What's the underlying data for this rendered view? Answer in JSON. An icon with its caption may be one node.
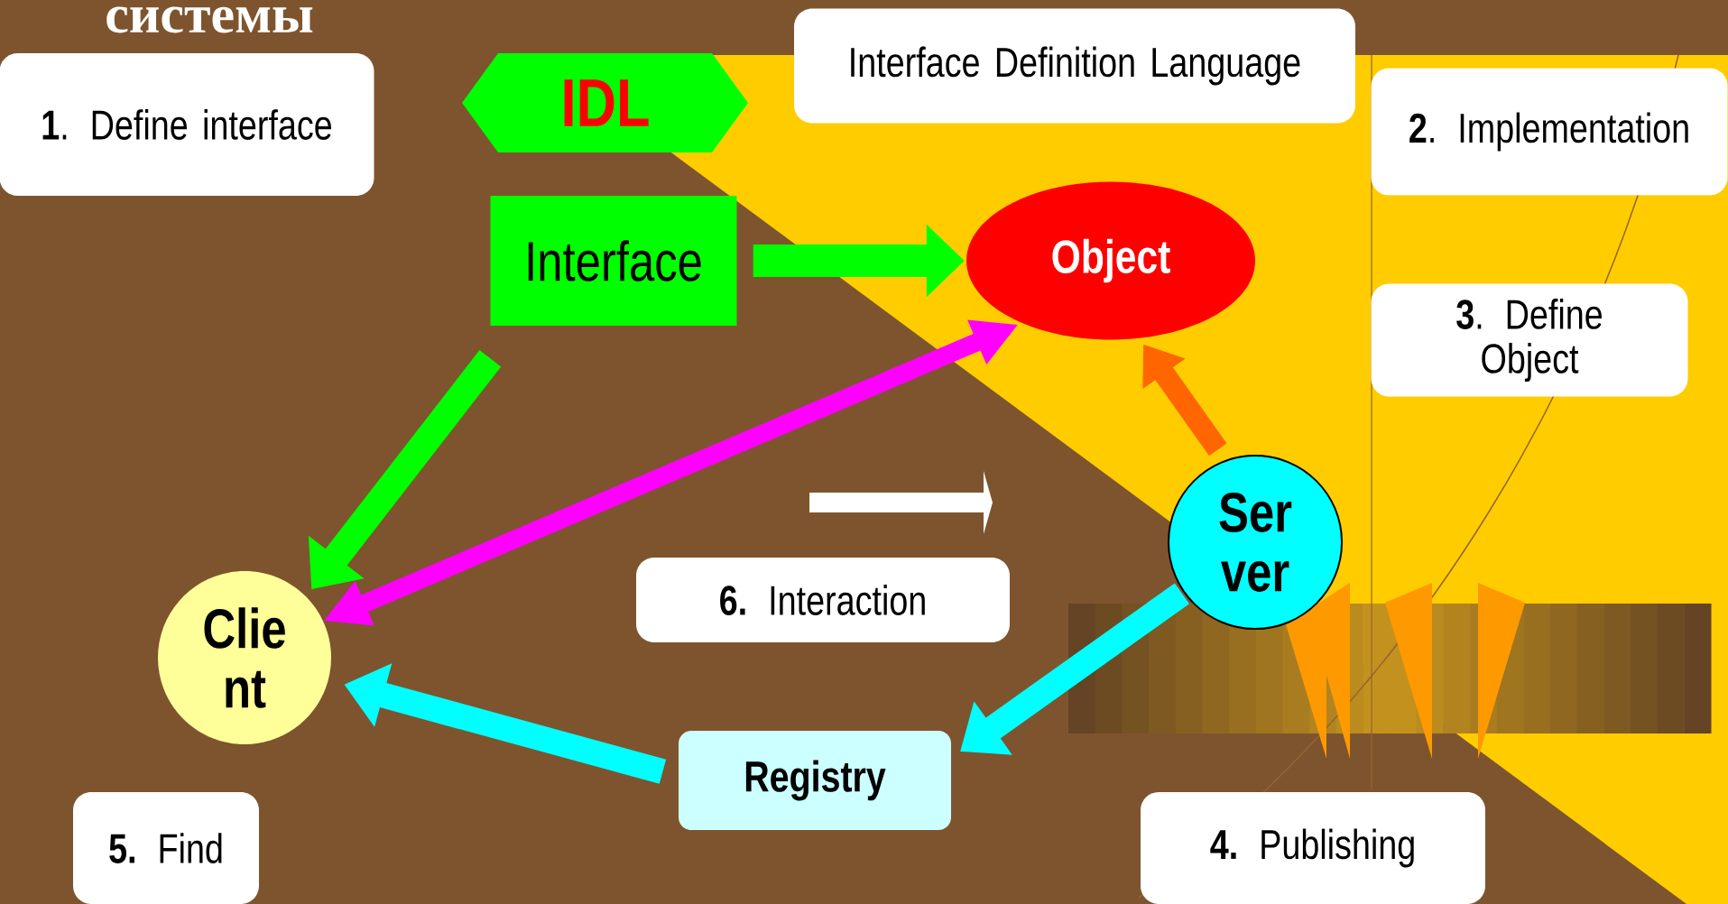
{
  "diagram": {
    "title": "системы",
    "nodes": [
      {
        "text": [
          "**1**. Define interface"
        ]
      },
      {
        "text": [
          "IDL"
        ]
      },
      {
        "text": [
          "Interface Definition Language"
        ]
      },
      {
        "text": [
          "**2**. Implementation"
        ]
      },
      {
        "text": [
          "Interface"
        ]
      },
      {
        "text": [
          "Object"
        ]
      },
      {
        "text": [
          "**3**. Define Object"
        ]
      },
      {
        "text": [
          "Ser ver"
        ]
      },
      {
        "text": [
          "**6.** Interaction"
        ]
      },
      {
        "text": [
          "Clie nt"
        ]
      },
      {
        "text": [
          "Registry"
        ]
      },
      {
        "text": [
          "**5.** Find"
        ]
      },
      {
        "text": [
          "**4.** Publishing"
        ]
      }
    ],
    "edges": [
      {
        "from": 4,
        "to": 5,
        "arrow": "to",
        "color": "#00ff00"
      },
      {
        "from": 4,
        "to": 9,
        "arrow": "to",
        "color": "#00ff00"
      },
      {
        "from": 9,
        "to": 5,
        "arrow": "both",
        "color": "#ff00ff"
      },
      {
        "from": 7,
        "to": 5,
        "arrow": "to",
        "color": "#ff6600"
      },
      {
        "from": 7,
        "to": 10,
        "arrow": "to",
        "color": "#00ffff"
      },
      {
        "from": 10,
        "to": 9,
        "arrow": "to",
        "color": "#00ffff"
      }
    ]
  }
}
